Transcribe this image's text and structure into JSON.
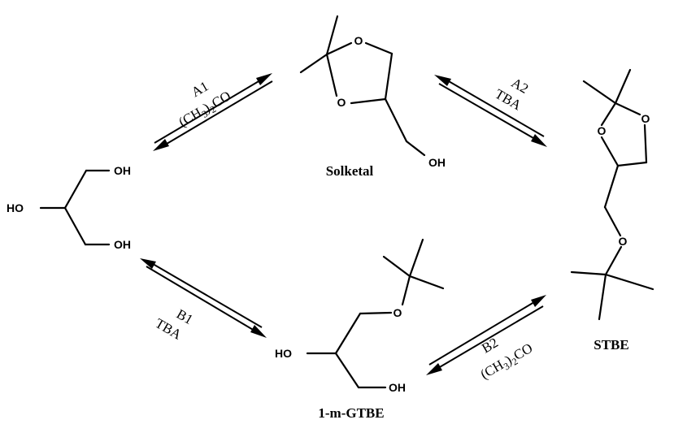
{
  "compounds": {
    "solketal": {
      "name": "Solketal",
      "o1": "O",
      "o2": "O",
      "oh": "OH"
    },
    "glycerol": {
      "oh_top": "OH",
      "oh_mid": "HO",
      "oh_bottom": "OH"
    },
    "stbe": {
      "name": "STBE",
      "o1": "O",
      "o2": "O",
      "o_ether": "O"
    },
    "gtbe": {
      "name": "1-m-GTBE",
      "o_ether": "O",
      "ho": "HO",
      "oh": "OH"
    }
  },
  "reactions": {
    "A1": {
      "label": "A1",
      "reagent_main": "(CH",
      "reagent_sub": "3",
      "reagent_tail": ")",
      "reagent_sub2": "2",
      "reagent_end": "CO"
    },
    "A2": {
      "label": "A2",
      "reagent": "TBA"
    },
    "B1": {
      "label": "B1",
      "reagent": "TBA"
    },
    "B2": {
      "label": "B2",
      "reagent_main": "(CH",
      "reagent_sub": "3",
      "reagent_tail": ")",
      "reagent_sub2": "2",
      "reagent_end": "CO"
    }
  }
}
